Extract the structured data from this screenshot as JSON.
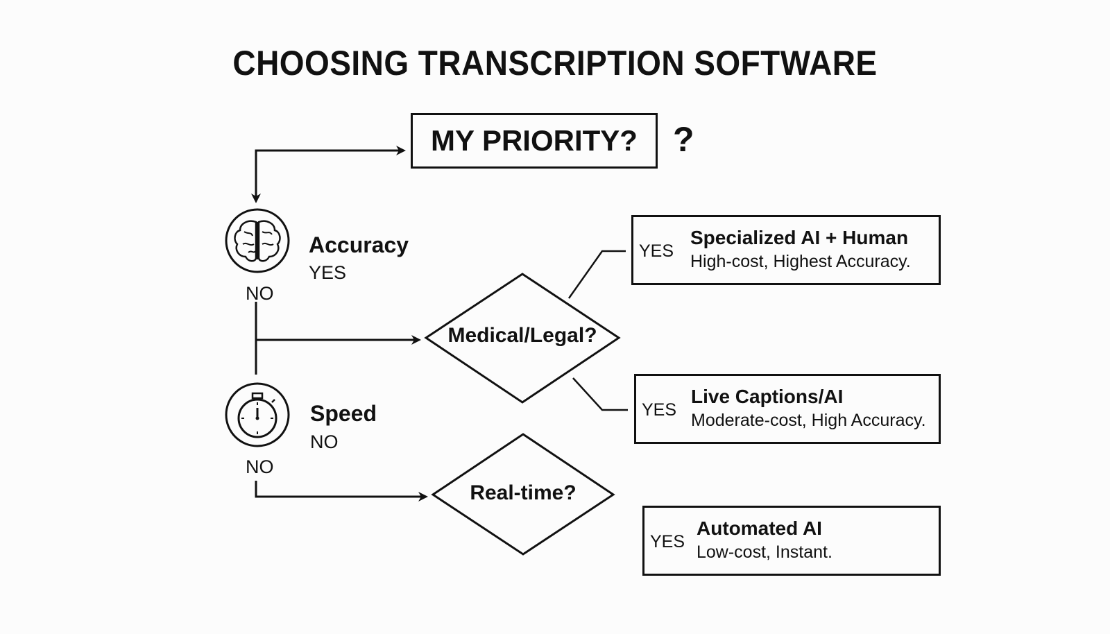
{
  "title": "CHOOSING TRANSCRIPTION SOFTWARE",
  "start": {
    "label": "MY PRIORITY?",
    "question_mark": "?"
  },
  "branches": [
    {
      "icon": "brain-icon",
      "label": "Accuracy",
      "sub": "YES",
      "below": "NO"
    },
    {
      "icon": "stopwatch-icon",
      "label": "Speed",
      "sub": "NO",
      "below": "NO"
    }
  ],
  "decisions": [
    {
      "label": "Medical/Legal?"
    },
    {
      "label": "Real-time?"
    }
  ],
  "results": [
    {
      "yes": "YES",
      "title": "Specialized AI + Human",
      "desc": "High-cost, Highest Accuracy."
    },
    {
      "yes": "YES",
      "title": "Live Captions/AI",
      "desc": "Moderate-cost, High Accuracy."
    },
    {
      "yes": "YES",
      "title": "Automated AI",
      "desc": "Low-cost, Instant."
    }
  ],
  "colors": {
    "stroke": "#111111",
    "background": "#fcfcfc"
  }
}
